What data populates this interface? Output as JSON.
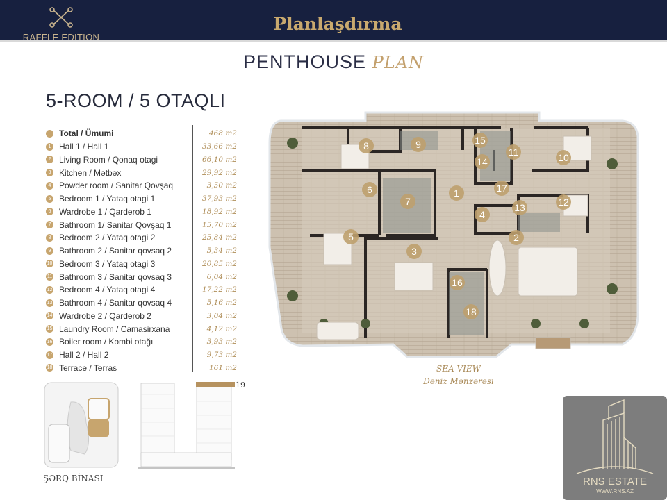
{
  "header": {
    "brand": "RAFFLE EDITION",
    "title": "Planlaşdırma"
  },
  "plan_title": {
    "main": "PENTHOUSE",
    "accent": "PLAN"
  },
  "rooms_heading": "5-ROOM / 5 OTAQLI",
  "legend": [
    {
      "num": "",
      "label": "Total / Ümumi",
      "area": "468 m2"
    },
    {
      "num": "1",
      "label": "Hall 1 / Hall 1",
      "area": "33,66 m2"
    },
    {
      "num": "2",
      "label": "Living Room / Qonaq otagi",
      "area": "66,10 m2"
    },
    {
      "num": "3",
      "label": "Kitchen / Mətbəx",
      "area": "29,92 m2"
    },
    {
      "num": "4",
      "label": "Powder room / Sanitar Qovşaq",
      "area": "3,50 m2"
    },
    {
      "num": "5",
      "label": "Bedroom 1 / Yataq otagi 1",
      "area": "37,93 m2"
    },
    {
      "num": "6",
      "label": "Wardrobe 1 / Qarderob 1",
      "area": "18,92 m2"
    },
    {
      "num": "7",
      "label": "Bathroom 1/ Sanitar Qovşaq 1",
      "area": "15,70 m2"
    },
    {
      "num": "8",
      "label": "Bedroom 2 / Yataq otagi 2",
      "area": "25,84 m2"
    },
    {
      "num": "9",
      "label": "Bathroom 2 / Sanitar qovsaq 2",
      "area": "5,34 m2"
    },
    {
      "num": "10",
      "label": "Bedroom 3 / Yataq otagi 3",
      "area": "20,85 m2"
    },
    {
      "num": "11",
      "label": "Bathroom 3 / Sanitar qovsaq 3",
      "area": "6,04 m2"
    },
    {
      "num": "12",
      "label": "Bedroom 4 / Yataq otagi 4",
      "area": "17,22 m2"
    },
    {
      "num": "13",
      "label": "Bathroom 4 / Sanitar qovsaq 4",
      "area": "5,16 m2"
    },
    {
      "num": "14",
      "label": "Wardrobe 2 / Qarderob 2",
      "area": "3,04 m2"
    },
    {
      "num": "15",
      "label": "Laundry Room / Camasirxana",
      "area": "4,12 m2"
    },
    {
      "num": "16",
      "label": "Boiler room / Kombi otağı",
      "area": "3,93 m2"
    },
    {
      "num": "17",
      "label": "Hall 2 / Hall 2",
      "area": "9,73 m2"
    },
    {
      "num": "18",
      "label": "Terrace / Terras",
      "area": "161 m2"
    }
  ],
  "plan_badges": [
    "8",
    "9",
    "15",
    "11",
    "10",
    "14",
    "6",
    "7",
    "1",
    "17",
    "4",
    "13",
    "12",
    "5",
    "2",
    "3",
    "16",
    "18"
  ],
  "sea_view": {
    "en": "SEA VIEW",
    "az": "Dəniz Mənzərəsi"
  },
  "site": {
    "label": "ŞƏRQ BİNASI",
    "floor": "19"
  },
  "agency": {
    "name": "RNS ESTATE",
    "url": "WWW.RNS.AZ"
  },
  "colors": {
    "navy": "#17203f",
    "gold": "#c9a96e",
    "deck": "#cbbfae"
  }
}
